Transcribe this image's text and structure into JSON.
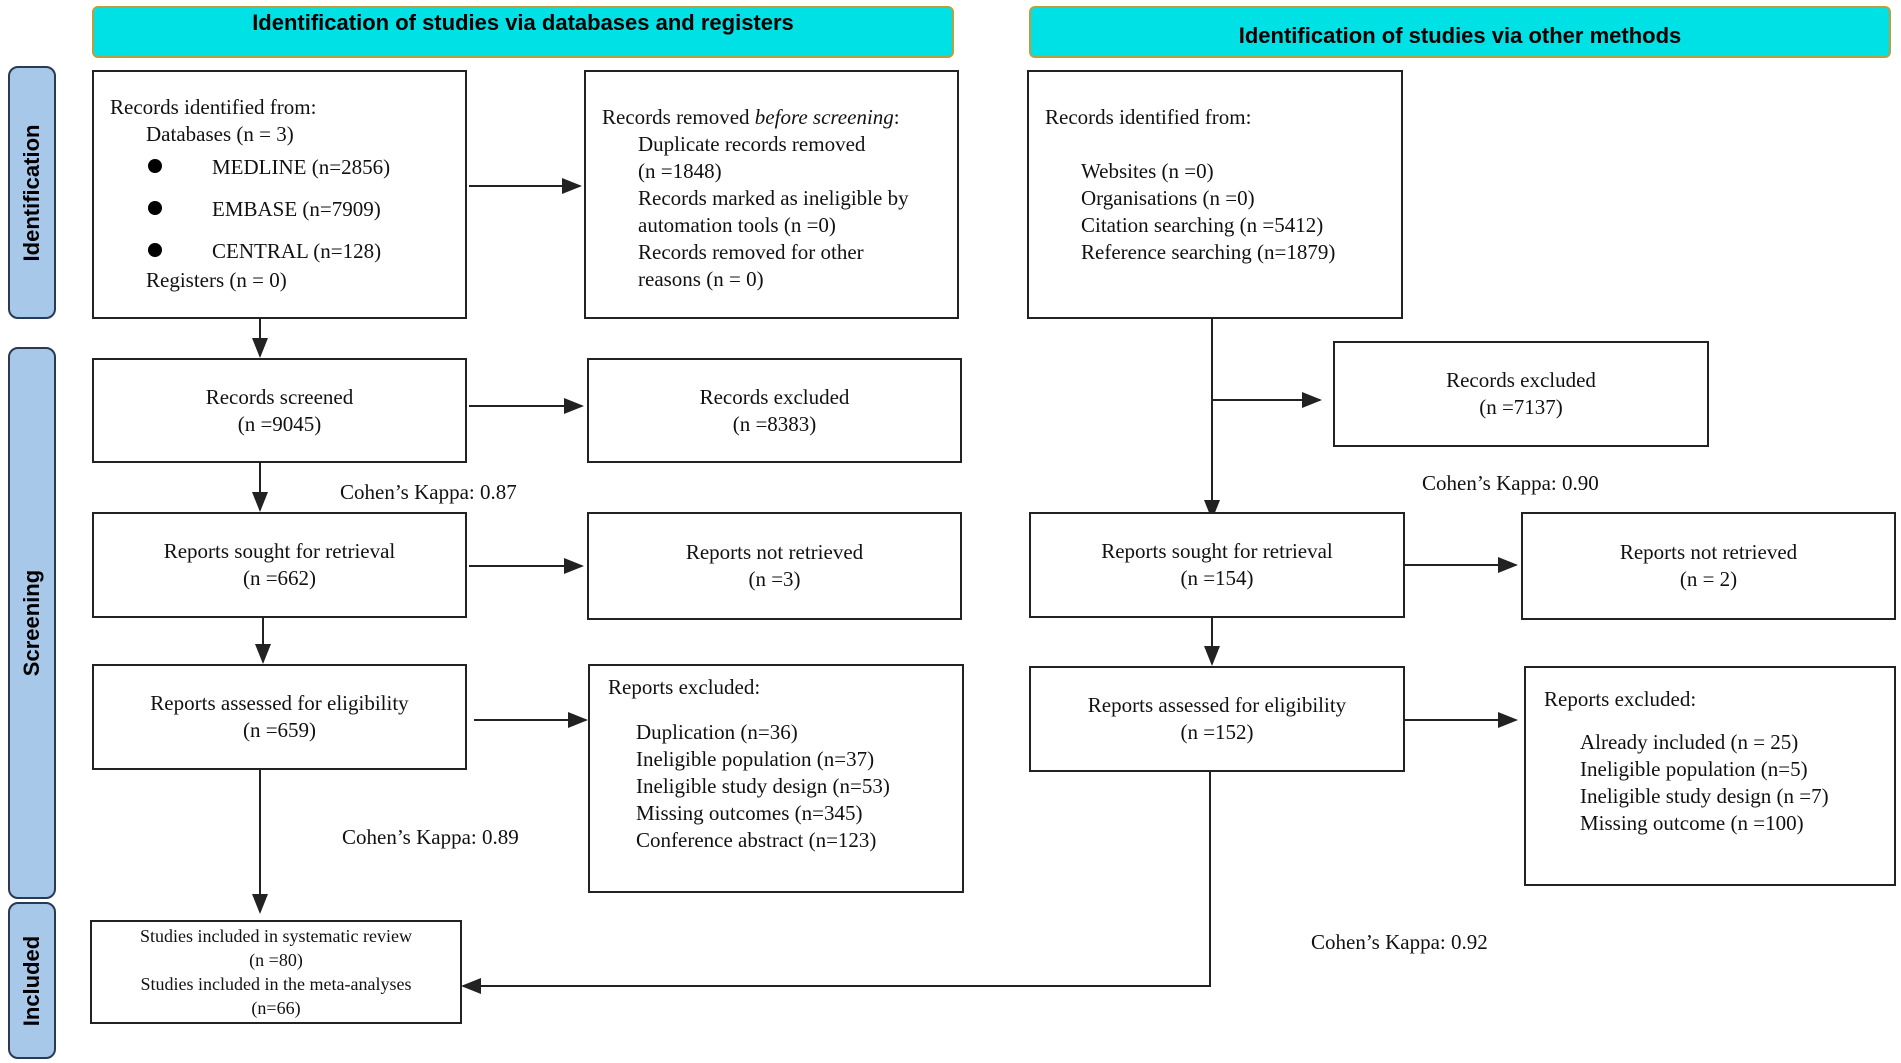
{
  "headers": {
    "databases": "Identification of studies via databases and registers",
    "other": "Identification of studies via other methods"
  },
  "stages": {
    "identification": "Identification",
    "screening": "Screening",
    "included": "Included"
  },
  "left": {
    "identified": {
      "title": "Records identified from:",
      "databases": "Databases (n = 3)",
      "items": [
        "MEDLINE (n=2856)",
        "EMBASE (n=7909)",
        "CENTRAL (n=128)"
      ],
      "registers": "Registers (n = 0)"
    },
    "removed": {
      "title_prefix": "Records removed ",
      "title_italic": "before screening",
      "title_suffix": ":",
      "lines": [
        "Duplicate records removed",
        "(n =1848)",
        "Records marked as ineligible by",
        "automation tools (n =0)",
        "Records removed for other",
        "reasons (n = 0)"
      ]
    },
    "screened": {
      "label": "Records screened",
      "count": "(n =9045)"
    },
    "excluded": {
      "label": "Records excluded",
      "count": "(n =8383)"
    },
    "sought": {
      "label": "Reports sought for retrieval",
      "count": "(n =662)"
    },
    "not_retrieved": {
      "label": "Reports not retrieved",
      "count": "(n =3)"
    },
    "assessed": {
      "label": "Reports assessed for eligibility",
      "count": "(n =659)"
    },
    "reports_excluded": {
      "title": "Reports excluded:",
      "items": [
        "Duplication (n=36)",
        "Ineligible population (n=37)",
        "Ineligible study design (n=53)",
        "Missing outcomes (n=345)",
        "Conference abstract (n=123)"
      ]
    },
    "kappa_screening": "Cohen’s Kappa: 0.87",
    "kappa_eligibility": "Cohen’s Kappa: 0.89",
    "included": {
      "lines": [
        "Studies included in systematic review",
        "(n =80)",
        "Studies included in the meta-analyses",
        "(n=66)"
      ]
    }
  },
  "right": {
    "identified": {
      "title": "Records identified from:",
      "items": [
        "Websites (n =0)",
        "Organisations (n =0)",
        "Citation searching (n =5412)",
        "Reference searching (n=1879)"
      ]
    },
    "excluded": {
      "label": "Records excluded",
      "count": "(n =7137)"
    },
    "kappa_screening": "Cohen’s Kappa: 0.90",
    "sought": {
      "label": "Reports sought for retrieval",
      "count": "(n =154)"
    },
    "not_retrieved": {
      "label": "Reports not retrieved",
      "count": "(n = 2)"
    },
    "assessed": {
      "label": "Reports assessed for eligibility",
      "count": "(n =152)"
    },
    "reports_excluded": {
      "title": "Reports excluded:",
      "items": [
        "Already included (n = 25)",
        "Ineligible population (n=5)",
        "Ineligible study design (n =7)",
        "Missing outcome (n =100)"
      ]
    },
    "kappa_eligibility": "Cohen’s Kappa: 0.92"
  },
  "colors": {
    "header_fill": "#00e1e6",
    "stage_fill": "#a8c8ea",
    "stage_border": "#2a3a55"
  }
}
